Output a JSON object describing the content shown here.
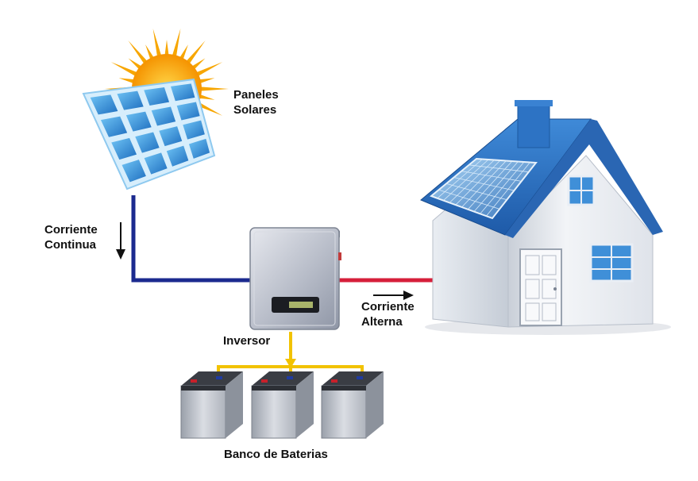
{
  "labels": {
    "panels_line1": "Paneles",
    "panels_line2": "Solares",
    "dc_line1": "Corriente",
    "dc_line2": "Continua",
    "inverter": "Inversor",
    "ac_line1": "Corriente",
    "ac_line2": "Alterna",
    "battery_bank": "Banco de Baterias"
  },
  "colors": {
    "dc_wire": "#1b2a8f",
    "ac_wire": "#d61e3a",
    "battery_wire": "#f2c200",
    "panel_blue": "#2f8fd6",
    "sun": "#f7a600",
    "roof_blue": "#2d6fb8"
  },
  "icons": {
    "panels": "solar-panel-icon",
    "sun": "sun-icon",
    "inverter": "inverter-icon",
    "house": "house-icon",
    "battery": "battery-icon"
  }
}
